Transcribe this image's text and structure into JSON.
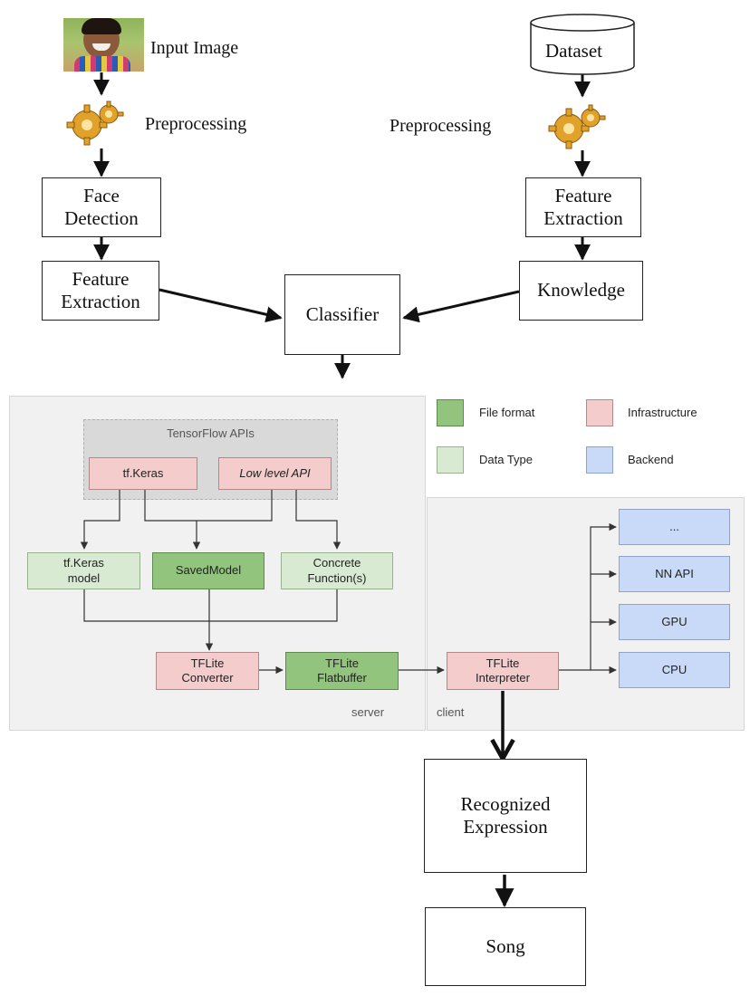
{
  "top": {
    "input_image_label": "Input Image",
    "preprocessing_left": "Preprocessing",
    "face_detection": "Face\nDetection",
    "feature_extraction_left": "Feature\nExtraction",
    "dataset": "Dataset",
    "preprocessing_right": "Preprocessing",
    "feature_extraction_right": "Feature\nExtraction",
    "knowledge": "Knowledge",
    "classifier": "Classifier"
  },
  "tf": {
    "apis_title": "TensorFlow APIs",
    "tf_keras": "tf.Keras",
    "low_level_api": "Low level API",
    "tf_keras_model": "tf.Keras\nmodel",
    "saved_model": "SavedModel",
    "concrete_functions": "Concrete\nFunction(s)",
    "tflite_converter": "TFLite\nConverter",
    "tflite_flatbuffer": "TFLite\nFlatbuffer",
    "server_label": "server",
    "client_label": "client",
    "tflite_interpreter": "TFLite\nInterpreter",
    "backend_dots": "...",
    "nn_api": "NN API",
    "gpu": "GPU",
    "cpu": "CPU"
  },
  "legend": {
    "file_format": "File format",
    "infrastructure": "Infrastructure",
    "data_type": "Data Type",
    "backend": "Backend"
  },
  "bottom": {
    "recognized_expression": "Recognized\nExpression",
    "song": "Song"
  },
  "colors": {
    "infrastructure": "#f4cccc",
    "file_format": "#93c47d",
    "data_type": "#d9ead3",
    "backend": "#c9daf8",
    "panel": "#f1f1f1"
  },
  "icons": [
    "child-photo",
    "gear-icon",
    "database-icon"
  ]
}
